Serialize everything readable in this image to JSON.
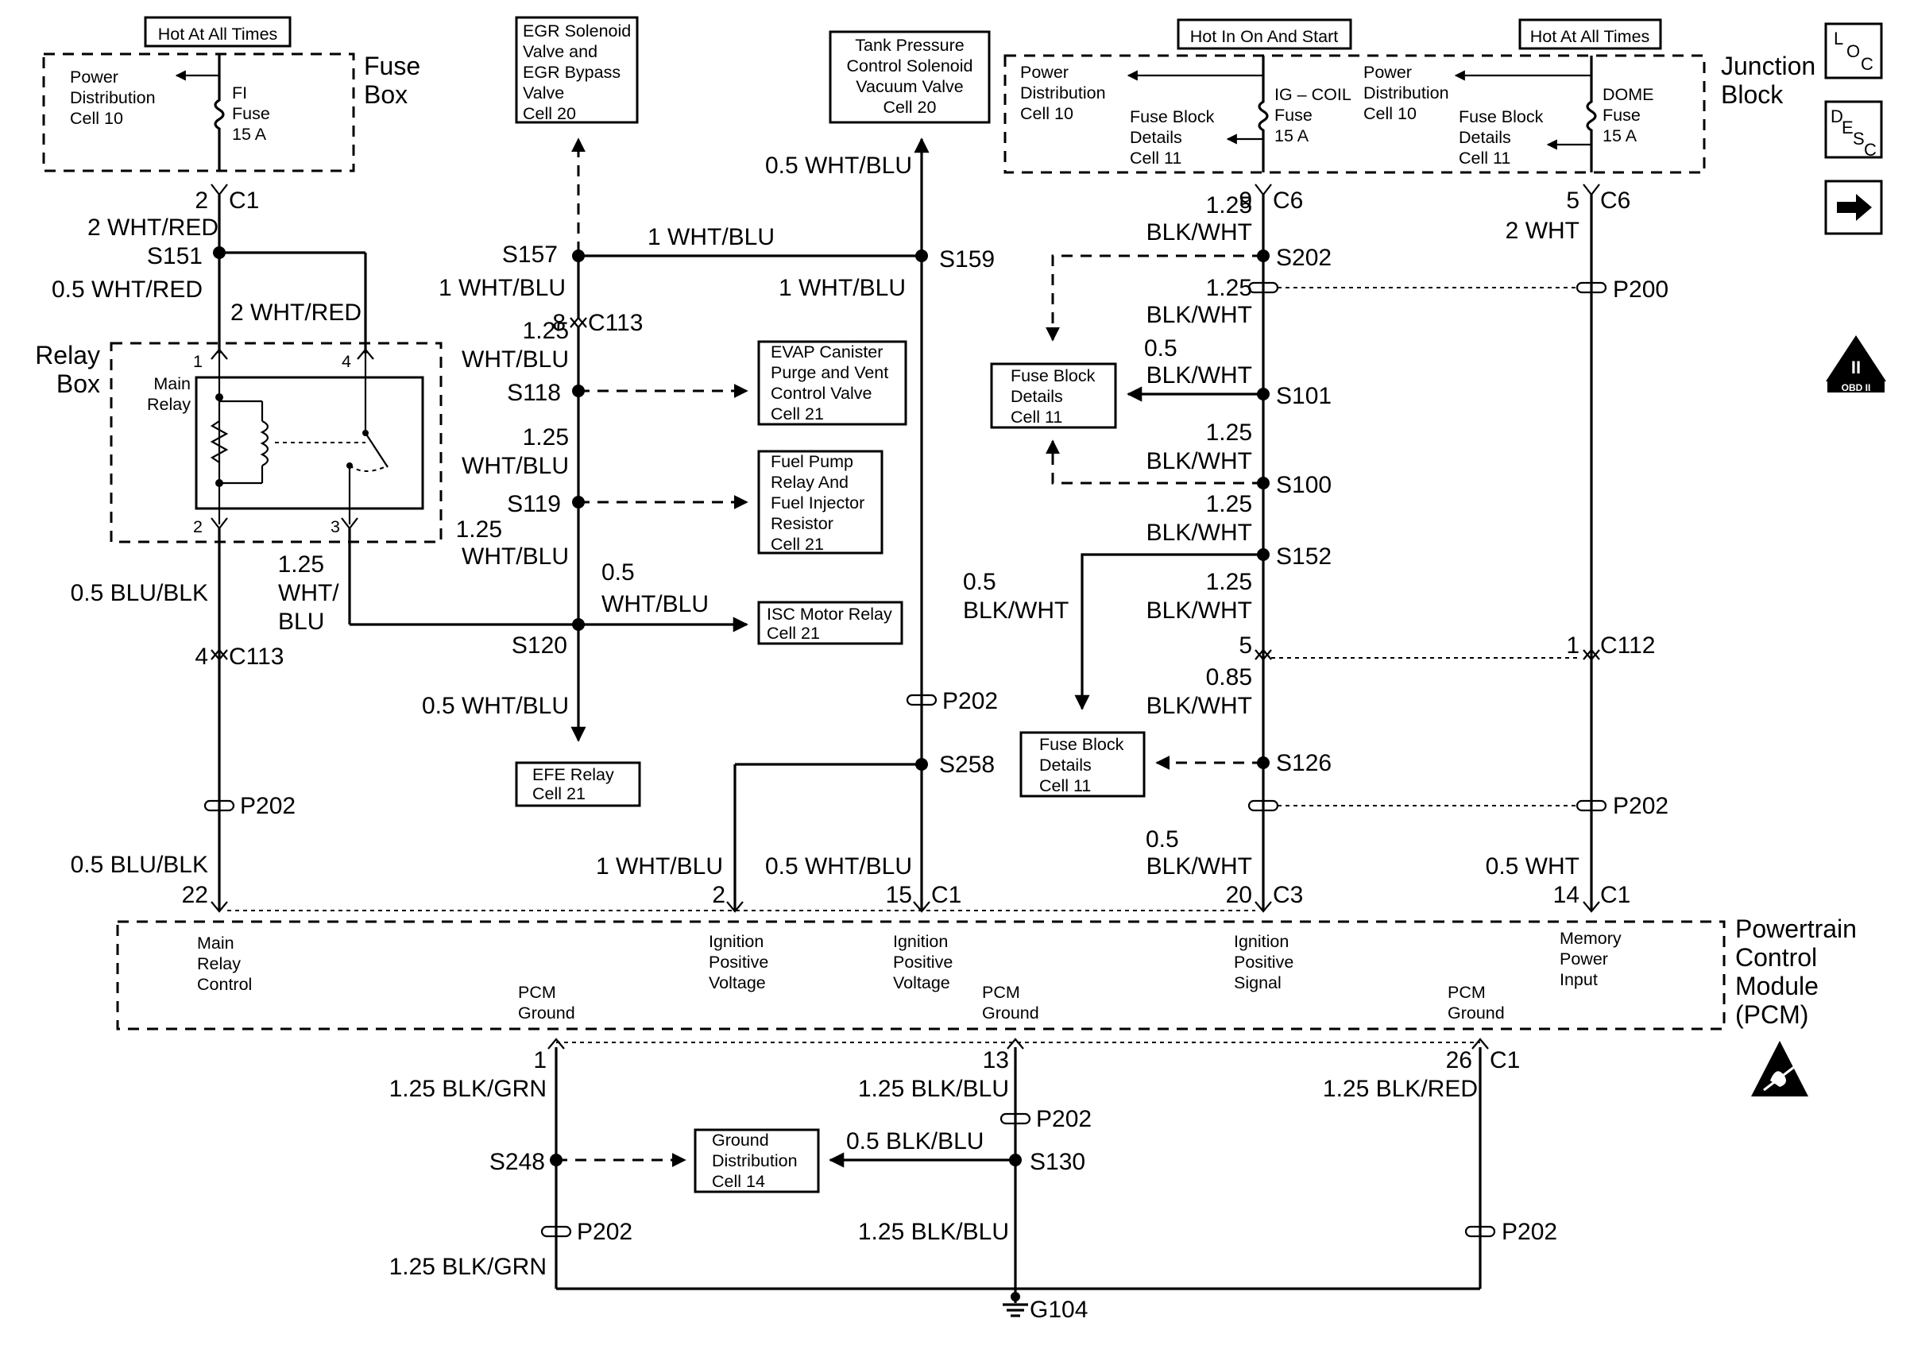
{
  "fuse_box": {
    "hot_label": "Hot At All Times",
    "title_lines": [
      "Fuse",
      "Box"
    ],
    "power_dist": [
      "Power",
      "Distribution",
      "Cell 10"
    ],
    "fuse_lines": [
      "FI",
      "Fuse",
      "15 A"
    ],
    "conn_pin": "2",
    "conn_name": "C1"
  },
  "relay_box": {
    "title_lines": [
      "Relay",
      "Box"
    ],
    "main_relay": [
      "Main",
      "Relay"
    ],
    "pins": {
      "p1": "1",
      "p4": "4",
      "p2": "2",
      "p3": "3"
    }
  },
  "references": {
    "egr": [
      "EGR Solenoid",
      "Valve and",
      "EGR Bypass",
      "Valve",
      "Cell 20"
    ],
    "tank": [
      "Tank Pressure",
      "Control Solenoid",
      "Vacuum Valve",
      "Cell 20"
    ],
    "evap": [
      "EVAP Canister",
      "Purge and Vent",
      "Control Valve",
      "Cell 21"
    ],
    "fuel_pump": [
      "Fuel Pump",
      "Relay And",
      "Fuel Injector",
      "Resistor",
      "Cell 21"
    ],
    "isc": [
      "ISC Motor Relay",
      "Cell 21"
    ],
    "efe": [
      "EFE Relay",
      "Cell 21"
    ],
    "fuse_block_a": [
      "Fuse Block",
      "Details",
      "Cell 11"
    ],
    "fuse_block_b": [
      "Fuse Block",
      "Details",
      "Cell 11"
    ],
    "ground_dist": [
      "Ground",
      "Distribution",
      "Cell 14"
    ]
  },
  "junction_block": {
    "hot_run": "Hot In On And Start",
    "hot_all": "Hot At All Times",
    "title_lines": [
      "Junction",
      "Block"
    ],
    "pd_left": [
      "Power",
      "Distribution",
      "Cell 10"
    ],
    "ig_coil": [
      "IG – COIL",
      "Fuse",
      "15 A"
    ],
    "fbd_left": [
      "Fuse Block",
      "Details",
      "Cell 11"
    ],
    "pd_right": [
      "Power",
      "Distribution",
      "Cell 10"
    ],
    "dome": [
      "DOME",
      "Fuse",
      "15 A"
    ],
    "fbd_right": [
      "Fuse Block",
      "Details",
      "Cell 11"
    ]
  },
  "wires": {
    "w1": "2 WHT/RED",
    "w2": "0.5 WHT/RED",
    "w3": "2 WHT/RED",
    "w4": "1 WHT/BLU",
    "w5": "1 WHT/BLU",
    "w6": "1 WHT/BLU",
    "w7": [
      "1.25",
      "WHT/BLU"
    ],
    "w8": [
      "1.25",
      "WHT/BLU"
    ],
    "w9": [
      "1.25",
      "WHT/BLU"
    ],
    "w10": [
      "0.5",
      "WHT/BLU"
    ],
    "w11": "0.5 WHT/BLU",
    "w12": "0.5 BLU/BLK",
    "w13": [
      "1.25",
      "WHT/",
      "BLU"
    ],
    "w14": "0.5 BLU/BLK",
    "w15": "0.5 WHT/BLU",
    "w16": "1 WHT/BLU",
    "w17": "0.5 WHT/BLU",
    "w18": [
      "1.25",
      "BLK/WHT"
    ],
    "w19": [
      "1.25",
      "BLK/WHT"
    ],
    "w20": [
      "0.5",
      "BLK/WHT"
    ],
    "w21": [
      "1.25",
      "BLK/WHT"
    ],
    "w22": [
      "1.25",
      "BLK/WHT"
    ],
    "w23": [
      "1.25",
      "BLK/WHT"
    ],
    "w24": [
      "0.5",
      "BLK/WHT"
    ],
    "w25": [
      "0.85",
      "BLK/WHT"
    ],
    "w26": [
      "0.5",
      "BLK/WHT"
    ],
    "w27": "2 WHT",
    "w28": "0.5 WHT",
    "g1": "1.25 BLK/GRN",
    "g2": "1.25 BLK/BLU",
    "g3": "1.25 BLK/RED",
    "g4": "0.5 BLK/BLU",
    "g5": "1.25 BLK/BLU",
    "g6": "1.25 BLK/GRN"
  },
  "splices": {
    "s151": "S151",
    "s157": "S157",
    "s159": "S159",
    "s118": "S118",
    "s119": "S119",
    "s120": "S120",
    "s258": "S258",
    "s202": "S202",
    "s101": "S101",
    "s100": "S100",
    "s152": "S152",
    "s126": "S126",
    "s248": "S248",
    "s130": "S130"
  },
  "connectors": {
    "c113_top": {
      "pin": "8",
      "name": "C113"
    },
    "c113_bot": {
      "pin": "4",
      "name": "C113"
    },
    "c6_left": {
      "pin": "9",
      "name": "C6"
    },
    "c6_right": {
      "pin": "5",
      "name": "C6"
    },
    "c112_left": {
      "pin": "5"
    },
    "c112_right": {
      "pin": "1",
      "name": "C112"
    },
    "p200": "P200",
    "p202_a": "P202",
    "p202_b": "P202",
    "p202_c": "P202",
    "p202_d": "P202",
    "p202_e": "P202",
    "p202_f": "P202",
    "p202_g": "P202"
  },
  "pcm": {
    "title_lines": [
      "Powertrain",
      "Control",
      "Module",
      "(PCM)"
    ],
    "pins_top": {
      "p22": "22",
      "p2": "2",
      "p15": "15",
      "c1a": "C1",
      "p20": "20",
      "c3": "C3",
      "p14": "14",
      "c1b": "C1"
    },
    "main_relay_control": [
      "Main",
      "Relay",
      "Control"
    ],
    "ign_pos_volt_1": [
      "Ignition",
      "Positive",
      "Voltage"
    ],
    "ign_pos_volt_2": [
      "Ignition",
      "Positive",
      "Voltage"
    ],
    "ign_pos_signal": [
      "Ignition",
      "Positive",
      "Signal"
    ],
    "memory_power": [
      "Memory",
      "Power",
      "Input"
    ],
    "gnd1": [
      "PCM",
      "Ground"
    ],
    "gnd2": [
      "PCM",
      "Ground"
    ],
    "gnd3": [
      "PCM",
      "Ground"
    ],
    "pins_bottom": {
      "p1": "1",
      "p13": "13",
      "p26": "26",
      "c1": "C1"
    }
  },
  "ground": "G104",
  "nav": {
    "loc": [
      "L",
      "O",
      "C"
    ],
    "desc": [
      "D",
      "E",
      "S",
      "C"
    ],
    "obd": "OBD II",
    "obd_numeral": "II"
  }
}
